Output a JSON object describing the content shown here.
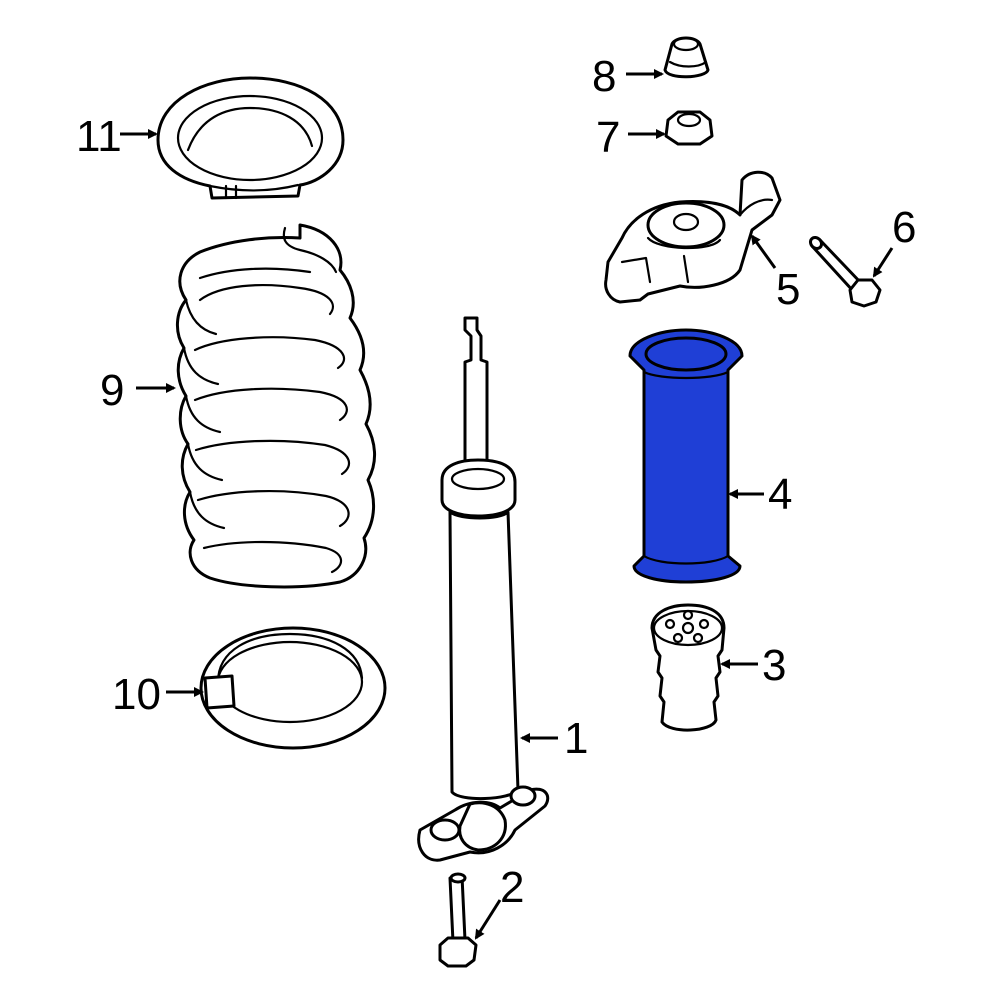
{
  "highlight_color": "#1f3fd6",
  "line_color": "#000000",
  "highlighted_part": "4",
  "callouts": [
    {
      "id": "1",
      "label": "1"
    },
    {
      "id": "2",
      "label": "2"
    },
    {
      "id": "3",
      "label": "3"
    },
    {
      "id": "4",
      "label": "4"
    },
    {
      "id": "5",
      "label": "5"
    },
    {
      "id": "6",
      "label": "6"
    },
    {
      "id": "7",
      "label": "7"
    },
    {
      "id": "8",
      "label": "8"
    },
    {
      "id": "9",
      "label": "9"
    },
    {
      "id": "10",
      "label": "10"
    },
    {
      "id": "11",
      "label": "11"
    }
  ]
}
